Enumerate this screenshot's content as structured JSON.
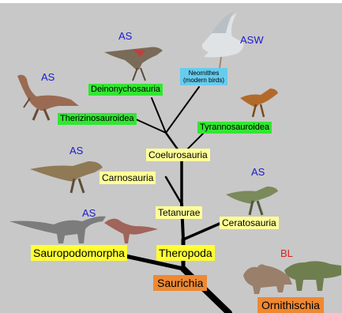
{
  "nodes": {
    "deinonychosauria": "Deinonychosauria",
    "neornithes_line1": "Neornithes",
    "neornithes_line2": "(modern birds)",
    "therizinosauroidea": "Therizinosauroidea",
    "tyrannosauroidea": "Tyrannosauroidea",
    "coelurosauria": "Coelurosauria",
    "carnosauria": "Carnosauria",
    "tetanurae": "Tetanurae",
    "ceratosauria": "Ceratosauria",
    "sauropodomorpha": "Sauropodomorpha",
    "theropoda": "Theropoda",
    "saurichia": "Saurichia",
    "ornithischia": "Ornithischia"
  },
  "credits": {
    "deinonychosaur": "AS",
    "bird": "ASW",
    "therizinosaur": "AS",
    "carnosaur": "AS",
    "ceratosaur": "AS",
    "sauropodomorph": "AS",
    "ornithischian": "BL"
  },
  "colors": {
    "clade_green": "#33e633",
    "clade_yellow_small": "#ffff99",
    "clade_yellow_large": "#ffff33",
    "clade_orange": "#ee8833",
    "neornithes_blue": "#66ccee",
    "credit_blue": "#1a1acc",
    "credit_red": "#dd2222",
    "background": "#c8c8c8"
  },
  "illustrations": [
    "deinonychosaur",
    "gull",
    "therizinosaur",
    "tyrannosauroid",
    "carnosaur",
    "ceratosaur",
    "sauropodomorph",
    "prosauropod",
    "ceratopsian",
    "ankylosaur"
  ]
}
